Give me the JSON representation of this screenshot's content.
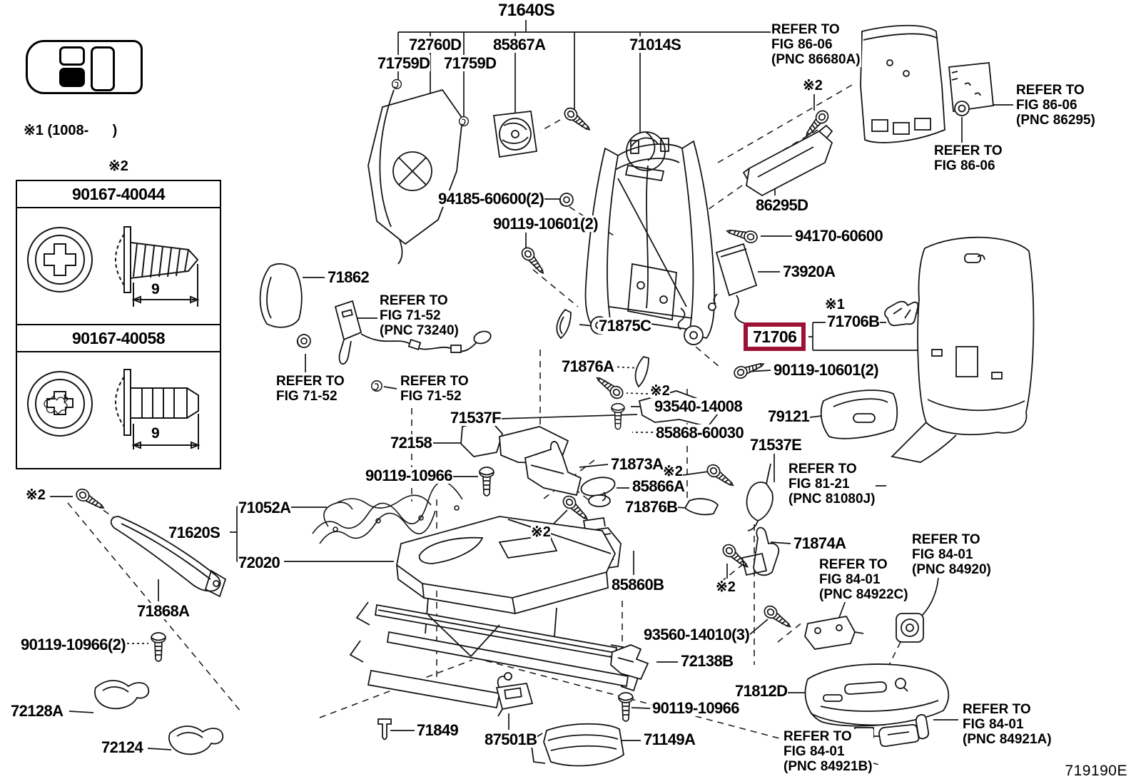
{
  "figure": {
    "code": "719190E",
    "applicability_note": "※1 (1008-      )",
    "sym1": "※1",
    "sym2": "※2"
  },
  "legend": {
    "screw_table": {
      "title": "※2",
      "rows": [
        {
          "part_no": "90167-40044",
          "shank_length": "9"
        },
        {
          "part_no": "90167-40058",
          "shank_length": "9"
        }
      ]
    }
  },
  "highlight": {
    "part_no": "71706",
    "box_color": "#9c1234"
  },
  "parts": {
    "71640S": "71640S",
    "72760D": "72760D",
    "71759D": "71759D",
    "85867A": "85867A",
    "71014S": "71014S",
    "86295D": "86295D",
    "94185-60600x2": "94185-60600(2)",
    "90119-10601x2": "90119-10601(2)",
    "94170-60600": "94170-60600",
    "73920A": "73920A",
    "71862": "71862",
    "71875C": "71875C",
    "71706B": "71706B",
    "71876A": "71876A",
    "93540-14008": "93540-14008",
    "71537F": "71537F",
    "85868-60030": "85868-60030",
    "72158": "72158",
    "79121": "79121",
    "71537E": "71537E",
    "71873A": "71873A",
    "90119-10966": "90119-10966",
    "85866A": "85866A",
    "71876B": "71876B",
    "71052A": "71052A",
    "71620S": "71620S",
    "72020": "72020",
    "71874A": "71874A",
    "85860B": "85860B",
    "71868A": "71868A",
    "90119-10966x2": "90119-10966(2)",
    "93560-14010x3": "93560-14010(3)",
    "72138B": "72138B",
    "71812D": "71812D",
    "72128A": "72128A",
    "72124": "72124",
    "71849": "71849",
    "87501B": "87501B",
    "71149A": "71149A"
  },
  "refs": {
    "fig86_06_pnc86680A": "REFER TO\nFIG 86-06\n(PNC 86680A)",
    "fig86_06_pnc86295": "REFER TO\nFIG 86-06\n(PNC 86295)",
    "fig86_06": "REFER TO\nFIG 86-06",
    "fig71_52_pnc73240": "REFER TO\nFIG 71-52\n(PNC 73240)",
    "fig71_52": "REFER TO\nFIG 71-52",
    "fig81_21_pnc81080J": "REFER TO\nFIG 81-21\n(PNC 81080J)",
    "fig84_01_pnc84920": "REFER TO\nFIG 84-01\n(PNC 84920)",
    "fig84_01_pnc84922C": "REFER TO\nFIG 84-01\n(PNC 84922C)",
    "fig84_01_pnc84921A": "REFER TO\nFIG 84-01\n(PNC 84921A)",
    "fig84_01_pnc84921B": "REFER TO\nFIG 84-01\n(PNC 84921B)"
  }
}
